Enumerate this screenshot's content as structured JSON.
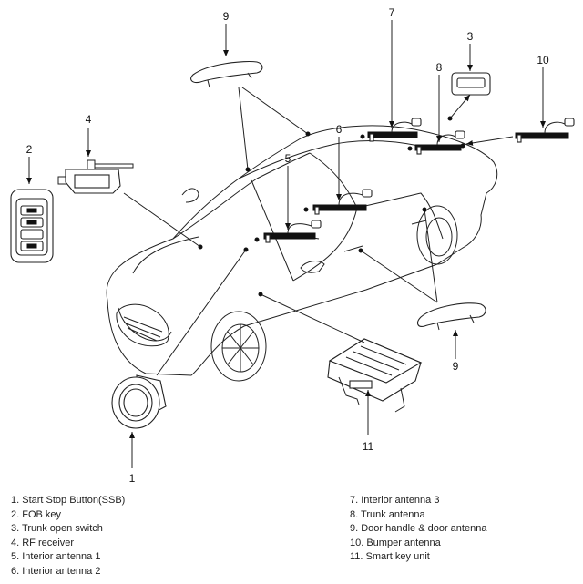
{
  "callouts": [
    "1",
    "2",
    "3",
    "4",
    "5",
    "6",
    "7",
    "8",
    "9",
    "9",
    "10",
    "11"
  ],
  "legend_left": [
    "1. Start Stop Button(SSB)",
    "2. FOB key",
    "3. Trunk open switch",
    "4. RF receiver",
    "5. Interior antenna 1",
    "6. Interior antenna 2"
  ],
  "legend_right": [
    "7. Interior antenna 3",
    "8. Trunk antenna",
    "9. Door handle & door antenna",
    "10. Bumper antenna",
    "11. Smart key unit"
  ]
}
